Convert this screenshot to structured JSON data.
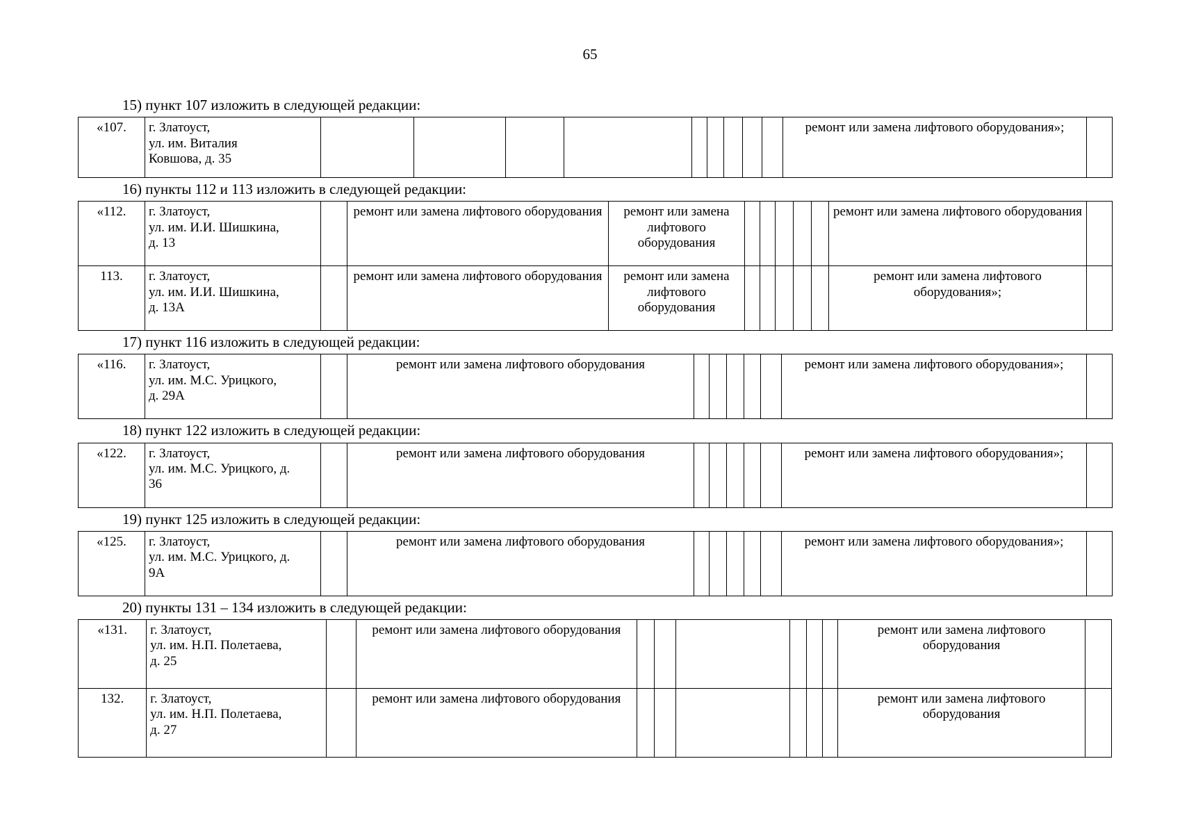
{
  "page": {
    "number": "65"
  },
  "sections": [
    {
      "heading": "15) пункт 107 изложить в следующей редакции:",
      "table_id": "table-107",
      "rows": [
        {
          "num": "«107.",
          "address_lines": [
            "г. Златоуст,",
            "ул. им. Виталия",
            "Ковшова, д. 35"
          ],
          "work_mid": "",
          "work_mid2": "",
          "work_right": "ремонт или замена лифтового оборудования»;"
        }
      ]
    },
    {
      "heading": "16) пункты 112 и 113 изложить в следующей редакции:",
      "table_id": "table-112",
      "rows": [
        {
          "num": "«112.",
          "address_lines": [
            "г. Златоуст,",
            "ул. им. И.И. Шишкина,",
            "д. 13"
          ],
          "work_mid": "ремонт или замена лифтового оборудования",
          "work_mid2": "ремонт или замена лифтового оборудования",
          "work_right": "ремонт или замена лифтового оборудования"
        },
        {
          "num": "113.",
          "address_lines": [
            "г. Златоуст,",
            "ул. им. И.И. Шишкина,",
            "д. 13А"
          ],
          "work_mid": "ремонт или замена лифтового оборудования",
          "work_mid2": "ремонт или замена лифтового оборудования",
          "work_right": "ремонт или замена лифтового оборудования»;"
        }
      ]
    },
    {
      "heading": "17) пункт 116 изложить в следующей редакции:",
      "table_id": "table-116",
      "rows": [
        {
          "num": "«116.",
          "address_lines": [
            "г. Златоуст,",
            "ул. им. М.С. Урицкого,",
            "д. 29А"
          ],
          "work_mid": "ремонт или замена лифтового оборудования",
          "work_mid2": "",
          "work_right": "ремонт или замена лифтового оборудования»;"
        }
      ]
    },
    {
      "heading": "18) пункт 122 изложить в следующей редакции:",
      "table_id": "table-122",
      "rows": [
        {
          "num": "«122.",
          "address_lines": [
            "г. Златоуст,",
            "ул. им. М.С. Урицкого, д.",
            "36"
          ],
          "work_mid": "ремонт или замена лифтового оборудования",
          "work_mid2": "",
          "work_right": "ремонт или замена лифтового оборудования»;"
        }
      ]
    },
    {
      "heading": "19) пункт 125 изложить в следующей редакции:",
      "table_id": "table-125",
      "rows": [
        {
          "num": "«125.",
          "address_lines": [
            "г. Златоуст,",
            "ул. им. М.С. Урицкого, д.",
            "9А"
          ],
          "work_mid": "ремонт или замена лифтового оборудования",
          "work_mid2": "",
          "work_right": "ремонт или замена лифтового оборудования»;"
        }
      ]
    },
    {
      "heading": "20) пункты 131 – 134 изложить в следующей редакции:",
      "table_id": "table-131",
      "rows": [
        {
          "num": "«131.",
          "address_lines": [
            "г. Златоуст,",
            "ул. им. Н.П. Полетаева,",
            "д. 25"
          ],
          "work_mid": "ремонт или замена лифтового оборудования",
          "work_mid2": "",
          "work_right": "ремонт или замена лифтового оборудования"
        },
        {
          "num": "132.",
          "address_lines": [
            "г. Златоуст,",
            "ул. им. Н.П. Полетаева,",
            "д. 27"
          ],
          "work_mid": "ремонт или замена лифтового оборудования",
          "work_mid2": "",
          "work_right": "ремонт или замена лифтового оборудования"
        }
      ]
    }
  ]
}
